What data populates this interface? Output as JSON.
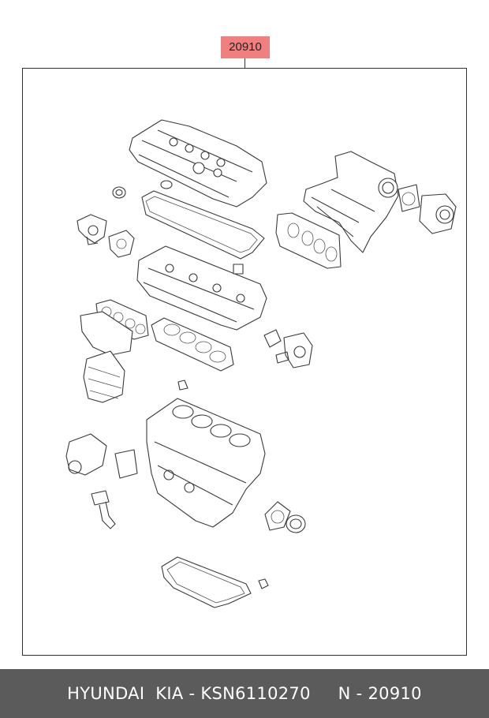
{
  "diagram": {
    "callout_label": "20910"
  },
  "footer": {
    "brand": "HYUNDAI",
    "make": "KIA",
    "separator1": "-",
    "part_number": "KSN6110270",
    "n_label": "N",
    "separator2": "-",
    "n_value": "20910"
  },
  "colors": {
    "callout_bg": "#f08080",
    "footer_bg": "#5b5b5b",
    "line": "#3a3a3a"
  }
}
